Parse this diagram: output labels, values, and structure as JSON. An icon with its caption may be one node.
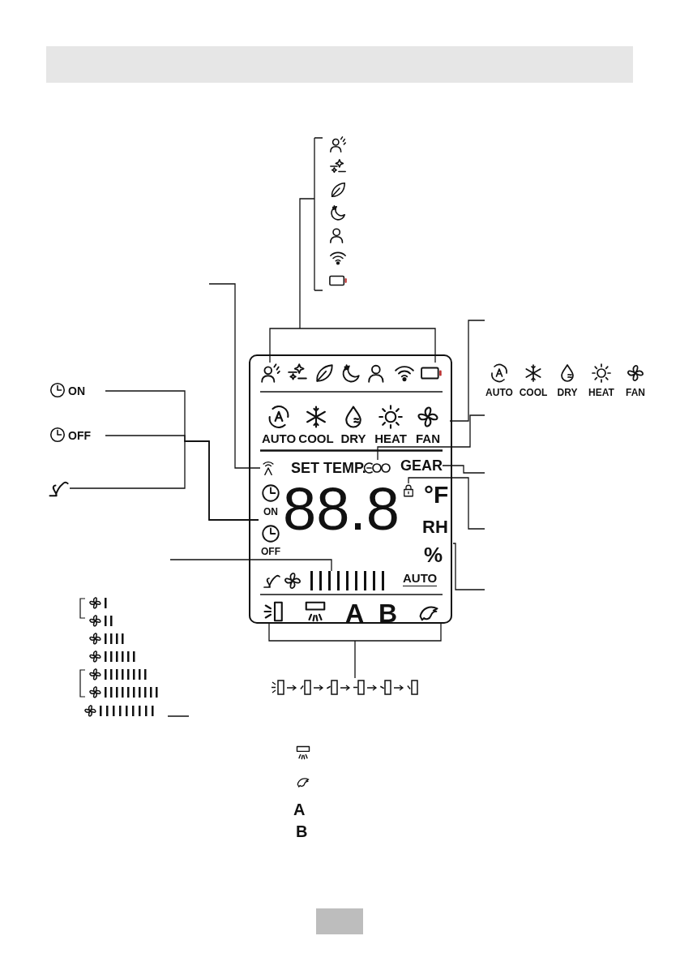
{
  "diagram": {
    "nodes": [
      {
        "text": [],
        "shape": "picture"
      },
      {
        "text": [
          "ON"
        ]
      },
      {
        "text": [
          "OFF"
        ]
      },
      {
        "text": [],
        "shape": "picture"
      },
      {
        "text": [
          "AUTO",
          "COOL",
          "DRY",
          "HEAT",
          "FAN"
        ]
      },
      {
        "text": [],
        "shape": "box"
      },
      {
        "text": [],
        "shape": "picture",
        "in": 5
      },
      {
        "text": [
          "AUTO",
          "COOL",
          "DRY",
          "HEAT",
          "FAN"
        ],
        "in": 5
      },
      {
        "text": [],
        "shape": "picture",
        "in": 5
      },
      {
        "text": [],
        "shape": "picture",
        "in": 5
      },
      {
        "text": [
          "GEAR"
        ],
        "in": 5
      },
      {
        "text": [],
        "shape": "picture",
        "in": 5
      },
      {
        "text": [
          "ON",
          "OFF"
        ],
        "in": 5
      },
      {
        "text": [
          "°F",
          "RH",
          "%"
        ],
        "in": 5
      },
      {
        "text": [],
        "shape": "bar",
        "in": 5
      },
      {
        "text": [
          "A",
          "B"
        ],
        "in": 5
      },
      {
        "text": [],
        "shape": "picture"
      }
    ],
    "edges": [
      {
        "from": 6,
        "to": 0,
        "arrow": "none"
      },
      {
        "from": 7,
        "to": null,
        "arrow": "none"
      },
      {
        "from": 8,
        "to": null,
        "arrow": "none"
      },
      {
        "from": 9,
        "to": null,
        "arrow": "none"
      },
      {
        "from": 10,
        "to": null,
        "arrow": "none"
      },
      {
        "from": 11,
        "to": null,
        "arrow": "none"
      },
      {
        "from": 1,
        "to": 12,
        "arrow": "none"
      },
      {
        "from": 2,
        "to": 12,
        "arrow": "none"
      },
      {
        "from": 3,
        "to": 12,
        "arrow": "none"
      },
      {
        "from": 13,
        "to": null,
        "arrow": "none"
      },
      {
        "from": 14,
        "to": null,
        "arrow": "none"
      },
      {
        "from": 15,
        "to": 16,
        "arrow": "none"
      }
    ],
    "labels": [
      "SET TEMP.",
      "88.8",
      "AUTO",
      "A",
      "B"
    ]
  }
}
